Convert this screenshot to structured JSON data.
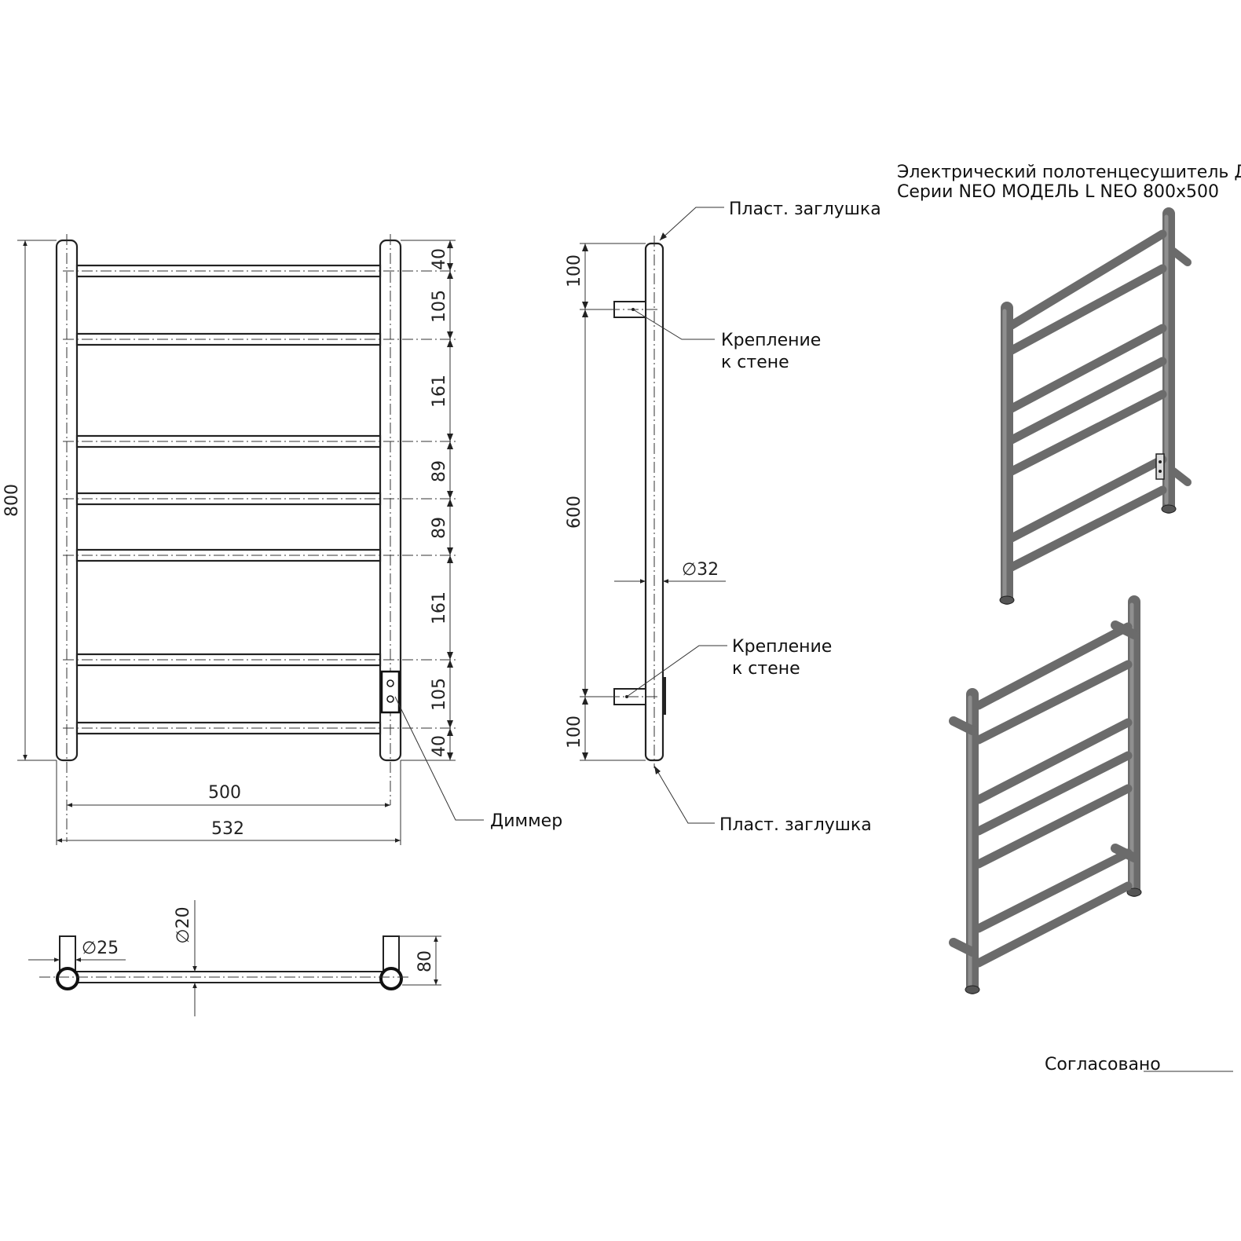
{
  "title": {
    "line1": "Электрический полотенцесушитель ДВИН",
    "line2": "Серии NEO МОДЕЛЬ L NEO 800x500"
  },
  "front_view": {
    "height_dim": "800",
    "width_inner_dim": "500",
    "width_outer_dim": "532",
    "rung_spacing_dims": [
      "40",
      "105",
      "161",
      "89",
      "89",
      "161",
      "105",
      "40"
    ],
    "dimmer_label": "Диммер"
  },
  "side_view": {
    "top_dim": "100",
    "middle_dim": "600",
    "bottom_dim": "100",
    "diameter_dim": "∅32",
    "top_cap_label": "Пласт. заглушка",
    "bottom_cap_label": "Пласт. заглушка",
    "mount_top_label_1": "Крепление",
    "mount_top_label_2": "к стене",
    "mount_bottom_label_1": "Крепление",
    "mount_bottom_label_2": "к стене"
  },
  "top_view": {
    "rail_diameter_dim": "∅25",
    "rung_diameter_dim": "∅20",
    "depth_dim": "80"
  },
  "approval": {
    "label": "Согласовано",
    "line": "___________"
  }
}
